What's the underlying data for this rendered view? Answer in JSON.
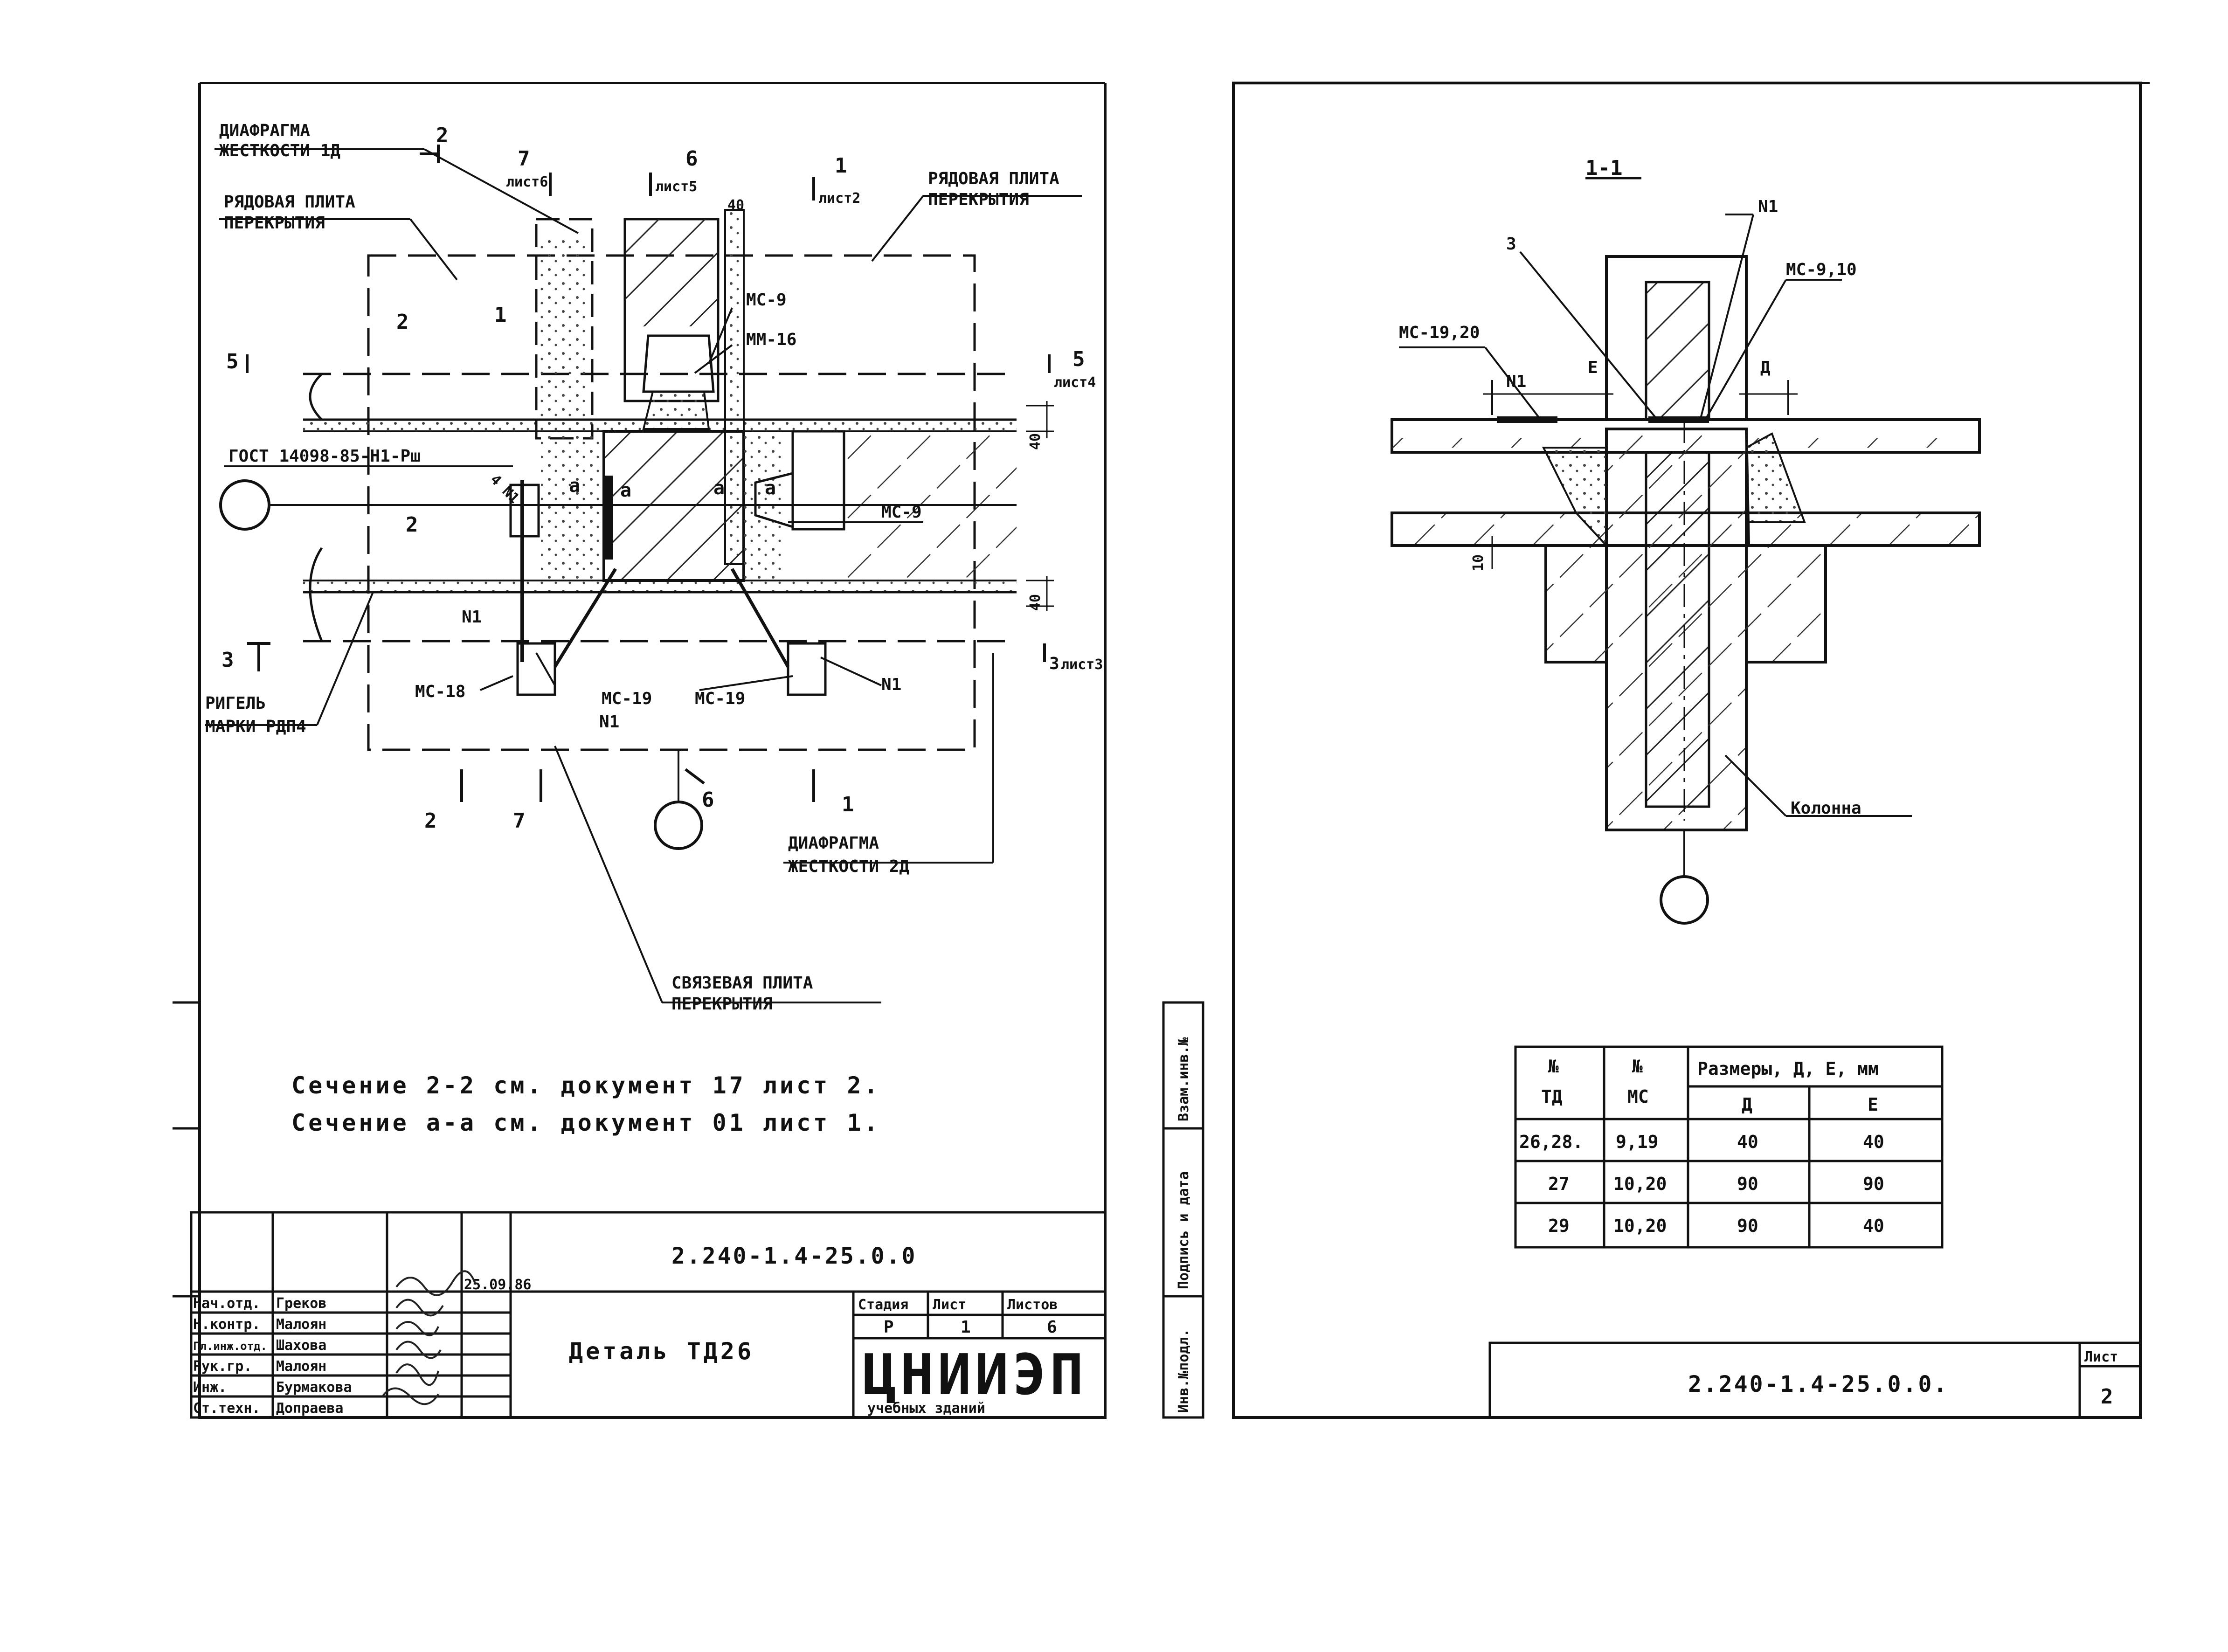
{
  "left_sheet": {
    "labels": {
      "diaphragm1": "ДИАФРАГМА",
      "diaphragm1b": "ЖЕСТКОСТИ 1Д",
      "row_slab_a": "РЯДОВАЯ ПЛИТА",
      "row_slab_b": "ПЕРЕКРЫТИЯ",
      "row_slab_r_a": "РЯДОВАЯ ПЛИТА",
      "row_slab_r_b": "ПЕРЕКРЫТИЯ",
      "gost": "ГОСТ 14098-85-Н1-Рш",
      "girder_a": "РИГЕЛЬ",
      "girder_b": "МАРКИ РДП4",
      "diaphragm2a": "ДИАФРАГМА",
      "diaphragm2b": "ЖЕСТКОСТИ 2Д",
      "link_slab_a": "СВЯЗЕВАЯ ПЛИТА",
      "link_slab_b": "ПЕРЕКРЫТИЯ",
      "mc9_top": "МС-9",
      "mm16": "ММ-16",
      "mc9_right": "МС-9",
      "mc18": "МС-18",
      "mc19_a": "МС-19",
      "mc19_b": "МС-19",
      "n1_a": "N1",
      "n1_b": "N1",
      "n1_c": "N1",
      "weld": "4 N1",
      "a1": "а",
      "a2": "а",
      "a3": "а",
      "a4": "а",
      "dim40_a": "40",
      "dim40_b": "40",
      "dim40_c": "40"
    },
    "cuts": {
      "c2_top": "2",
      "c7_top": "7",
      "c7_sheet": "лист6",
      "c6_top": "6",
      "c6_sheet": "лист5",
      "c1_top": "1",
      "c1_sheet": "лист2",
      "c5_left": "5",
      "c5_right": "5",
      "c5_sheet": "лист4",
      "c3_left": "3",
      "c3_right": "3",
      "c3_sheet": "лист3",
      "c2_bot": "2",
      "c7_bot": "7",
      "c6_bot": "6",
      "c1_bot": "1",
      "num1": "1",
      "num2_a": "2",
      "num2_b": "2"
    },
    "notes": [
      "Сечение 2-2 см. документ 17 лист 2.",
      "Сечение а-а см. документ 01 лист 1."
    ],
    "title_block": {
      "doc_code": "2.240-1.4-25.0.0",
      "title": "Деталь ТД26",
      "stage_h": "Стадия",
      "sheet_h": "Лист",
      "sheets_h": "Листов",
      "stage": "Р",
      "sheet": "1",
      "sheets": "6",
      "org": "ЦНИИЭП",
      "org_sub": "учебных зданий",
      "date": "25.09.86",
      "people": [
        {
          "role": "Нач.отд.",
          "name": "Греков"
        },
        {
          "role": "Н.контр.",
          "name": "Малоян"
        },
        {
          "role": "Гл.инж.отд.",
          "name": "Шахова"
        },
        {
          "role": "Рук.гр.",
          "name": "Малоян"
        },
        {
          "role": "Инж.",
          "name": "Бурмакова"
        },
        {
          "role": "Ст.техн.",
          "name": "Допраева"
        }
      ]
    }
  },
  "right_sheet": {
    "section": "1-1",
    "labels": {
      "n1_top": "N1",
      "n1_left": "N1",
      "three": "3",
      "mc910": "МС-9,10",
      "mc1920": "МС-19,20",
      "E": "Е",
      "D": "Д",
      "ten": "10",
      "column": "Колонна"
    },
    "side_strip": [
      "Взам.инв.№",
      "Подпись и дата",
      "Инв.№подл."
    ],
    "table": {
      "h_td_a": "№",
      "h_td_b": "ТД",
      "h_mc_a": "№",
      "h_mc_b": "МС",
      "h_sizes": "Размеры, Д, Е, мм",
      "h_d": "Д",
      "h_e": "Е",
      "rows": [
        {
          "td": "26,28.",
          "mc": "9,19",
          "d": "40",
          "e": "40"
        },
        {
          "td": "27",
          "mc": "10,20",
          "d": "90",
          "e": "90"
        },
        {
          "td": "29",
          "mc": "10,20",
          "d": "90",
          "e": "40"
        }
      ]
    },
    "title_block": {
      "doc_code": "2.240-1.4-25.0.0.",
      "sheet_h": "Лист",
      "sheet": "2"
    }
  }
}
